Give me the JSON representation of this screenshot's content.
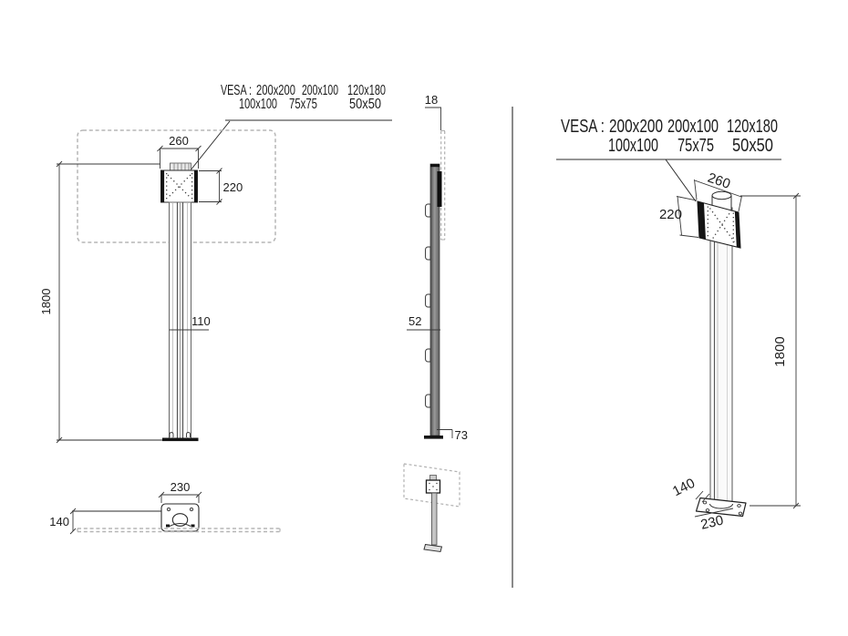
{
  "vesa": {
    "label": "VESA :",
    "row1": [
      "200x200",
      "200x100",
      "120x180"
    ],
    "row2": [
      "100x100",
      "75x75",
      "50x50"
    ]
  },
  "front": {
    "plate_width": "260",
    "plate_height": "220",
    "height": "1800",
    "pole_width": "110",
    "base_width": "230",
    "base_depth": "140"
  },
  "side": {
    "panel_offset": "18",
    "pole_depth": "52",
    "base_height": "73"
  },
  "iso": {
    "plate_width": "260",
    "plate_height": "220",
    "height": "1800",
    "base_depth": "140",
    "base_width": "230"
  },
  "colors": {
    "line": "#2b2b2b",
    "dim_line": "#3a3a3a",
    "dashed_outline": "#b5b5b5",
    "pole_gray": "#8f8f8f",
    "plate_black": "#141414",
    "background": "#ffffff"
  }
}
